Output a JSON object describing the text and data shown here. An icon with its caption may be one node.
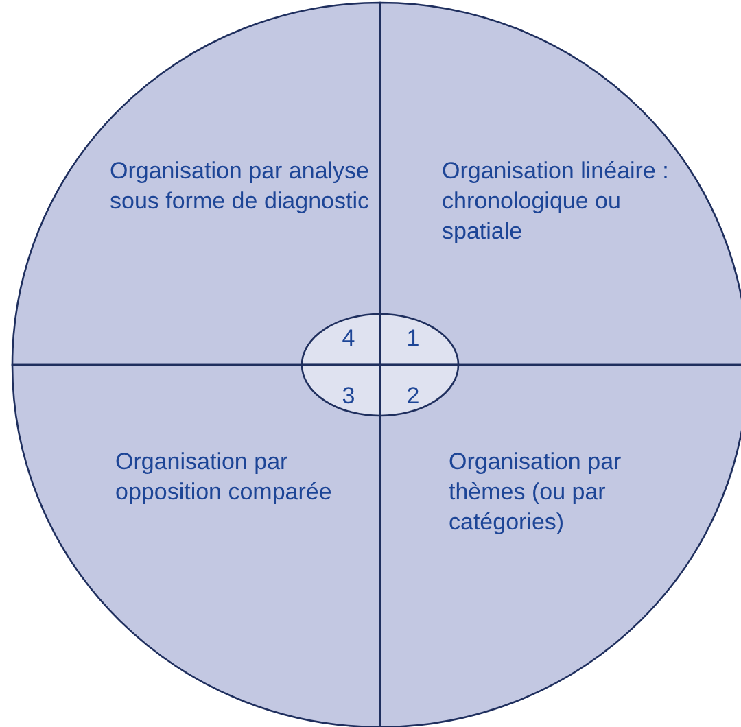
{
  "diagram": {
    "nodes": [
      {
        "text": [
          "Organisation par analyse sous forme de diagnostic"
        ]
      },
      {
        "text": [
          "Organisation linéaire : chronologique ou spatiale"
        ]
      },
      {
        "text": [
          "4"
        ],
        "in": 0
      },
      {
        "text": [
          "1"
        ],
        "in": 1
      },
      {
        "text": [
          "3"
        ],
        "in": 6
      },
      {
        "text": [
          "2"
        ],
        "in": 7
      },
      {
        "text": [
          "Organisation par opposition comparée"
        ]
      },
      {
        "text": [
          "Organisation par thèmes (ou par catégories)"
        ]
      }
    ],
    "edges": []
  }
}
